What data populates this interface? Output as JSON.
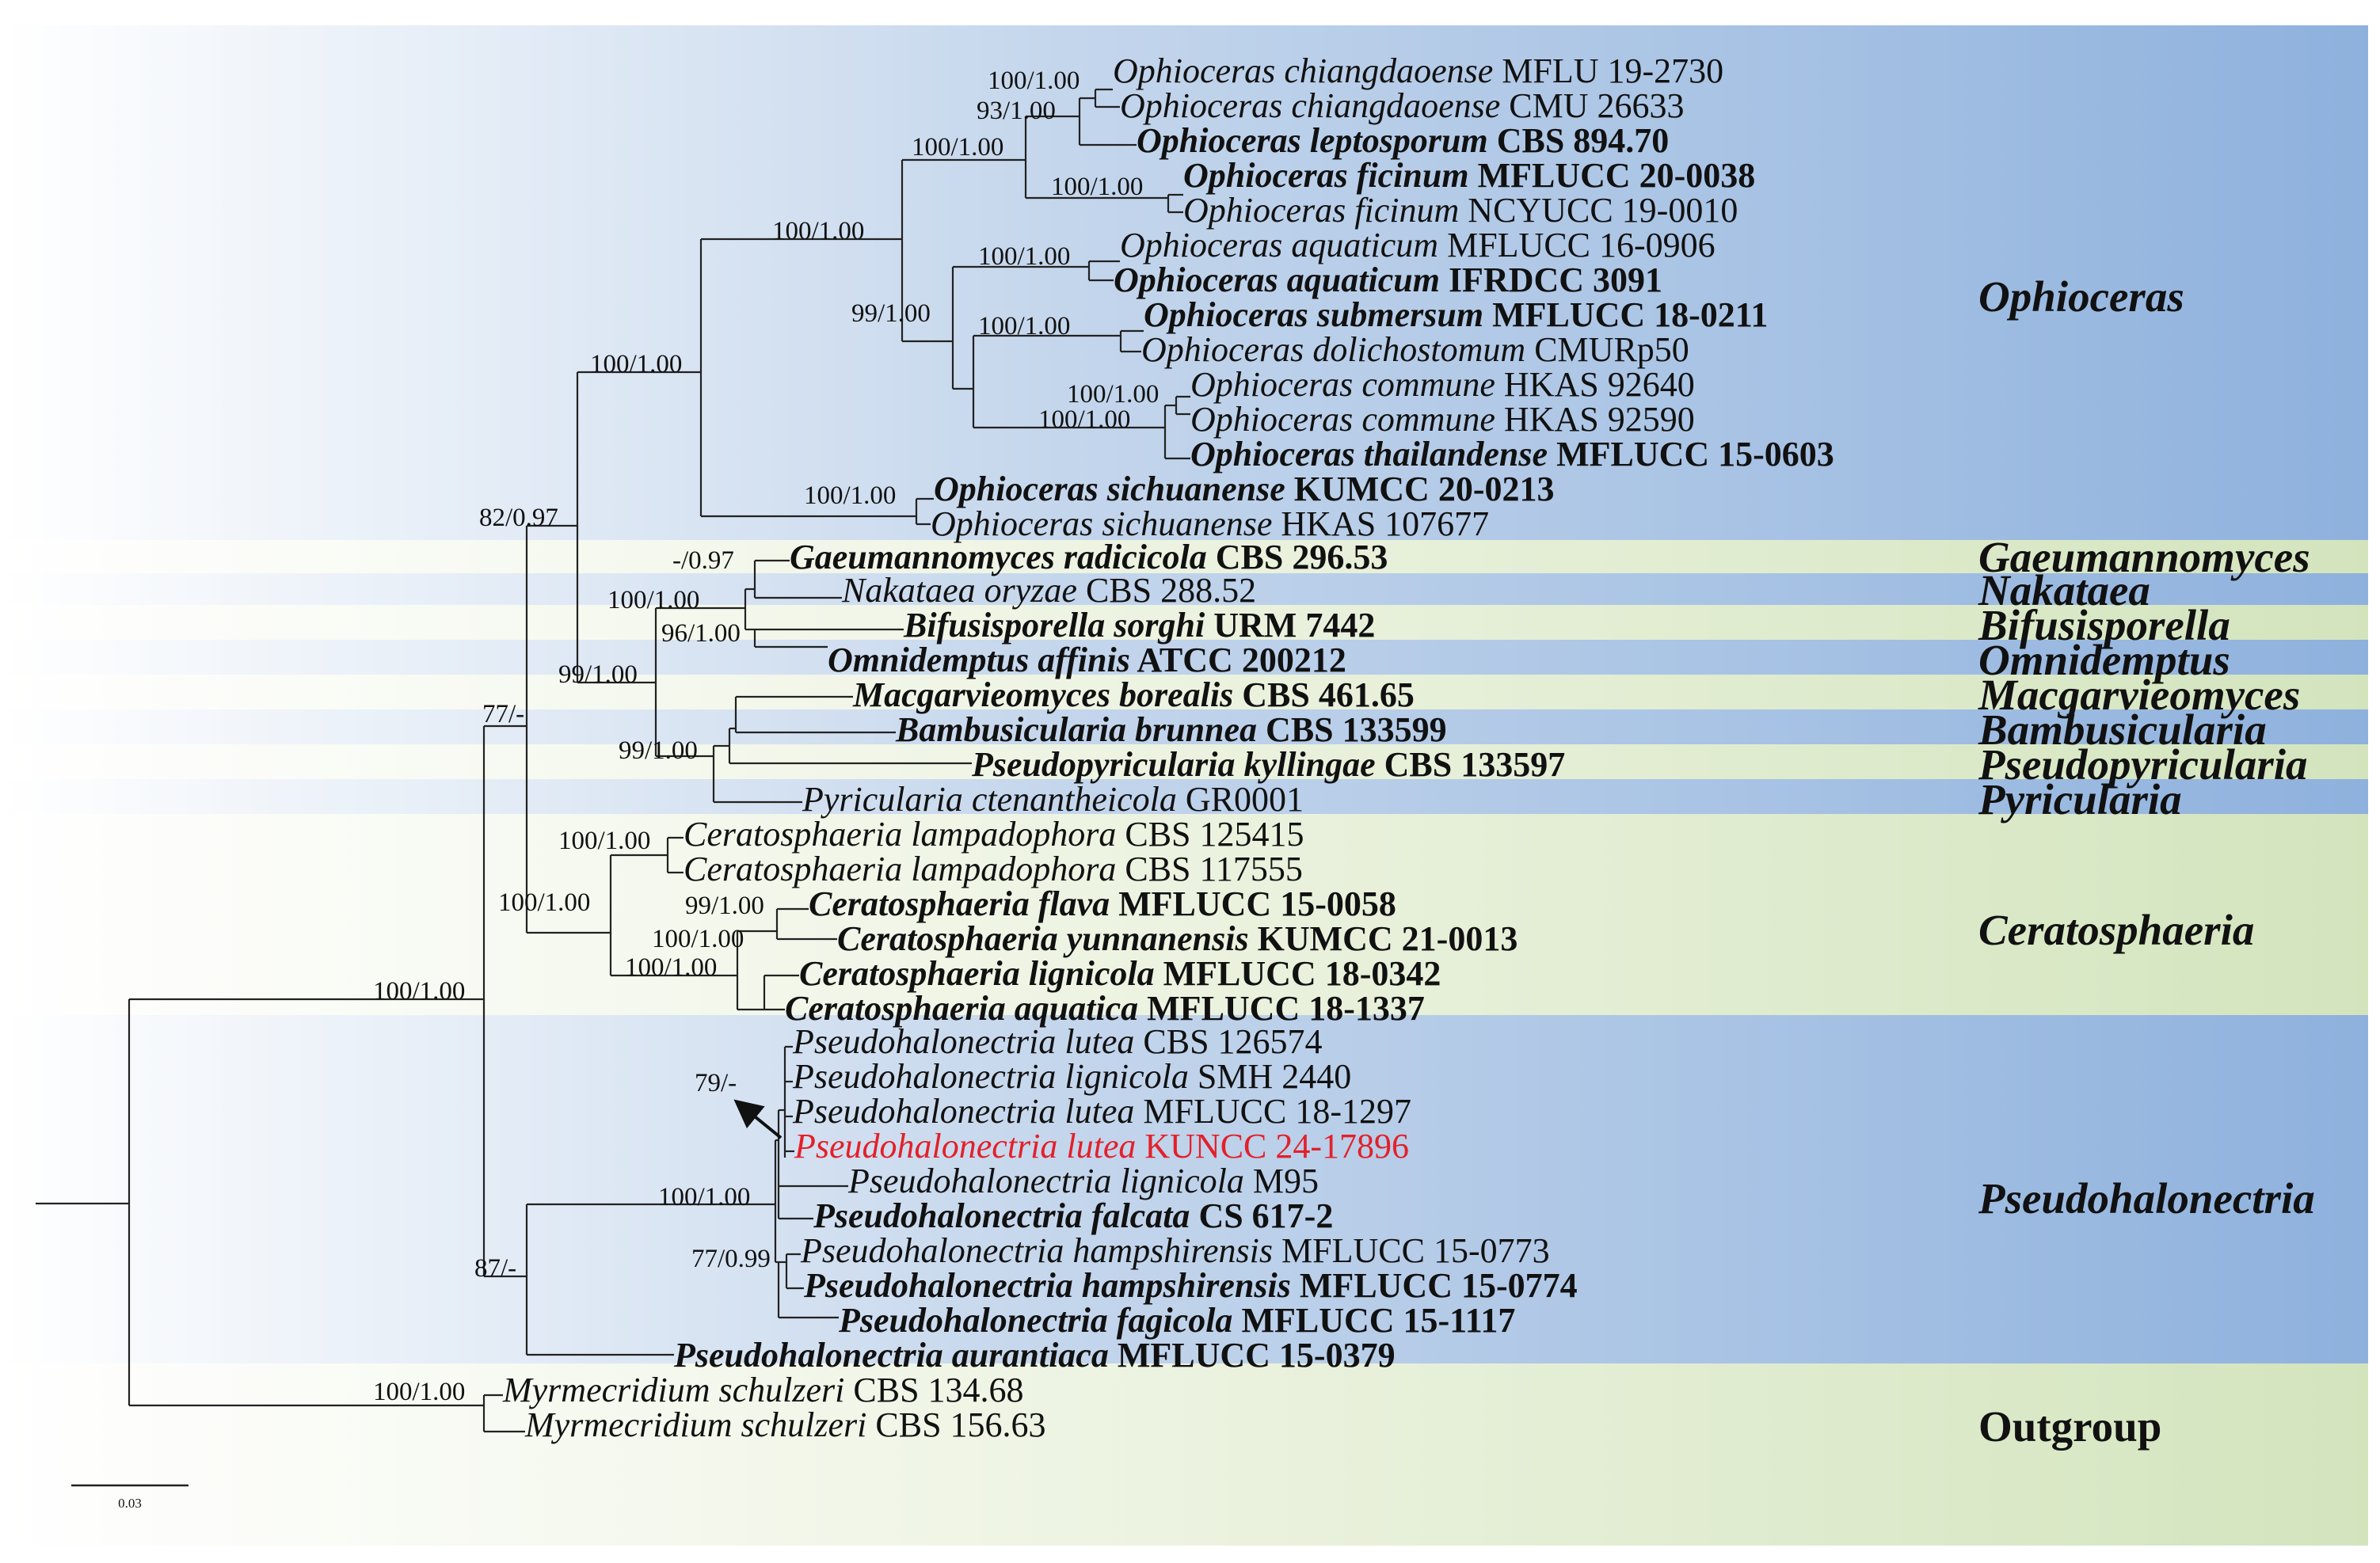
{
  "colors": {
    "blue_band": "#8eb1dd",
    "green_band": "#d3e4bd",
    "novel_taxon": "#e3202a",
    "branch": "#222222"
  },
  "taxa": [
    {
      "id": "t1",
      "genus": "Ophioceras",
      "epithet": "chiangdaoense",
      "strain": "MFLU 19-2730",
      "bold": false,
      "novel": false
    },
    {
      "id": "t2",
      "genus": "Ophioceras",
      "epithet": "chiangdaoense",
      "strain": "CMU 26633",
      "bold": false,
      "novel": false
    },
    {
      "id": "t3",
      "genus": "Ophioceras",
      "epithet": "leptosporum",
      "strain": "CBS 894.70",
      "bold": true,
      "novel": false
    },
    {
      "id": "t4",
      "genus": "Ophioceras",
      "epithet": "ficinum",
      "strain": "MFLUCC 20-0038",
      "bold": true,
      "novel": false
    },
    {
      "id": "t5",
      "genus": "Ophioceras",
      "epithet": "ficinum",
      "strain": "NCYUCC 19-0010",
      "bold": false,
      "novel": false
    },
    {
      "id": "t6",
      "genus": "Ophioceras",
      "epithet": "aquaticum",
      "strain": "MFLUCC 16-0906",
      "bold": false,
      "novel": false
    },
    {
      "id": "t7",
      "genus": "Ophioceras",
      "epithet": "aquaticum",
      "strain": "IFRDCC 3091",
      "bold": true,
      "novel": false
    },
    {
      "id": "t8",
      "genus": "Ophioceras",
      "epithet": "submersum",
      "strain": "MFLUCC 18-0211",
      "bold": true,
      "novel": false
    },
    {
      "id": "t9",
      "genus": "Ophioceras",
      "epithet": "dolichostomum",
      "strain": "CMURp50",
      "bold": false,
      "novel": false
    },
    {
      "id": "t10",
      "genus": "Ophioceras",
      "epithet": "commune",
      "strain": "HKAS 92640",
      "bold": false,
      "novel": false
    },
    {
      "id": "t11",
      "genus": "Ophioceras",
      "epithet": "commune",
      "strain": "HKAS 92590",
      "bold": false,
      "novel": false
    },
    {
      "id": "t12",
      "genus": "Ophioceras",
      "epithet": "thailandense",
      "strain": "MFLUCC 15-0603",
      "bold": true,
      "novel": false
    },
    {
      "id": "t13",
      "genus": "Ophioceras",
      "epithet": "sichuanense",
      "strain": "KUMCC 20-0213",
      "bold": true,
      "novel": false
    },
    {
      "id": "t14",
      "genus": "Ophioceras",
      "epithet": "sichuanense",
      "strain": "HKAS 107677",
      "bold": false,
      "novel": false
    },
    {
      "id": "t15",
      "genus": "Gaeumannomyces",
      "epithet": "radicicola",
      "strain": "CBS 296.53",
      "bold": true,
      "novel": false
    },
    {
      "id": "t16",
      "genus": "Nakataea",
      "epithet": "oryzae",
      "strain": "CBS 288.52",
      "bold": false,
      "novel": false
    },
    {
      "id": "t17",
      "genus": "Bifusisporella",
      "epithet": "sorghi",
      "strain": "URM 7442",
      "bold": true,
      "novel": false
    },
    {
      "id": "t18",
      "genus": "Omnidemptus",
      "epithet": "affinis",
      "strain": "ATCC 200212",
      "bold": true,
      "novel": false
    },
    {
      "id": "t19",
      "genus": "Macgarvieomyces",
      "epithet": "borealis",
      "strain": "CBS 461.65",
      "bold": true,
      "novel": false
    },
    {
      "id": "t20",
      "genus": "Bambusicularia",
      "epithet": "brunnea",
      "strain": "CBS 133599",
      "bold": true,
      "novel": false
    },
    {
      "id": "t21",
      "genus": "Pseudopyricularia",
      "epithet": "kyllingae",
      "strain": "CBS 133597",
      "bold": true,
      "novel": false
    },
    {
      "id": "t22",
      "genus": "Pyricularia",
      "epithet": "ctenantheicola",
      "strain": "GR0001",
      "bold": false,
      "novel": false
    },
    {
      "id": "t23",
      "genus": "Ceratosphaeria",
      "epithet": "lampadophora",
      "strain": "CBS 125415",
      "bold": false,
      "novel": false
    },
    {
      "id": "t24",
      "genus": "Ceratosphaeria",
      "epithet": "lampadophora",
      "strain": "CBS 117555",
      "bold": false,
      "novel": false
    },
    {
      "id": "t25",
      "genus": "Ceratosphaeria",
      "epithet": "flava",
      "strain": "MFLUCC 15-0058",
      "bold": true,
      "novel": false
    },
    {
      "id": "t26",
      "genus": "Ceratosphaeria",
      "epithet": "yunnanensis",
      "strain": "KUMCC 21-0013",
      "bold": true,
      "novel": false
    },
    {
      "id": "t27",
      "genus": "Ceratosphaeria",
      "epithet": "lignicola",
      "strain": "MFLUCC 18-0342",
      "bold": true,
      "novel": false
    },
    {
      "id": "t28",
      "genus": "Ceratosphaeria",
      "epithet": "aquatica",
      "strain": "MFLUCC 18-1337",
      "bold": true,
      "novel": false
    },
    {
      "id": "t29",
      "genus": "Pseudohalonectria",
      "epithet": "lutea",
      "strain": "CBS 126574",
      "bold": false,
      "novel": false
    },
    {
      "id": "t30",
      "genus": "Pseudohalonectria",
      "epithet": "lignicola",
      "strain": "SMH 2440",
      "bold": false,
      "novel": false
    },
    {
      "id": "t31",
      "genus": "Pseudohalonectria",
      "epithet": "lutea",
      "strain": "MFLUCC 18-1297",
      "bold": false,
      "novel": false
    },
    {
      "id": "t32",
      "genus": "Pseudohalonectria",
      "epithet": "lutea",
      "strain": "KUNCC 24-17896",
      "bold": false,
      "novel": true
    },
    {
      "id": "t33",
      "genus": "Pseudohalonectria",
      "epithet": "lignicola",
      "strain": "M95",
      "bold": false,
      "novel": false
    },
    {
      "id": "t34",
      "genus": "Pseudohalonectria",
      "epithet": "falcata",
      "strain": "CS 617-2",
      "bold": true,
      "novel": false
    },
    {
      "id": "t35",
      "genus": "Pseudohalonectria",
      "epithet": "hampshirensis",
      "strain": "MFLUCC 15-0773",
      "bold": false,
      "novel": false
    },
    {
      "id": "t36",
      "genus": "Pseudohalonectria",
      "epithet": "hampshirensis",
      "strain": "MFLUCC 15-0774",
      "bold": true,
      "novel": false
    },
    {
      "id": "t37",
      "genus": "Pseudohalonectria",
      "epithet": "fagicola",
      "strain": "MFLUCC 15-1117",
      "bold": true,
      "novel": false
    },
    {
      "id": "t38",
      "genus": "Pseudohalonectria",
      "epithet": "aurantiaca",
      "strain": "MFLUCC 15-0379",
      "bold": true,
      "novel": false
    },
    {
      "id": "t39",
      "genus": "Myrmecridium",
      "epithet": "schulzeri",
      "strain": "CBS 134.68",
      "bold": false,
      "novel": false
    },
    {
      "id": "t40",
      "genus": "Myrmecridium",
      "epithet": "schulzeri",
      "strain": "CBS 156.63",
      "bold": false,
      "novel": false
    }
  ],
  "supports": [
    {
      "id": "s1",
      "text": "100/1.00"
    },
    {
      "id": "s2",
      "text": "93/1.00"
    },
    {
      "id": "s3",
      "text": "100/1.00"
    },
    {
      "id": "s4",
      "text": "100/1.00"
    },
    {
      "id": "s5",
      "text": "100/1.00"
    },
    {
      "id": "s6",
      "text": "100/1.00"
    },
    {
      "id": "s7",
      "text": "99/1.00"
    },
    {
      "id": "s8",
      "text": "100/1.00"
    },
    {
      "id": "s9",
      "text": "100/1.00"
    },
    {
      "id": "s10",
      "text": "100/1.00"
    },
    {
      "id": "s11",
      "text": "100/1.00"
    },
    {
      "id": "s12",
      "text": "100/1.00"
    },
    {
      "id": "s13",
      "text": "82/0.97"
    },
    {
      "id": "s14",
      "text": "-/0.97"
    },
    {
      "id": "s15",
      "text": "100/1.00"
    },
    {
      "id": "s16",
      "text": "96/1.00"
    },
    {
      "id": "s17",
      "text": "99/1.00"
    },
    {
      "id": "s18",
      "text": "77/-"
    },
    {
      "id": "s19",
      "text": "99/1.00"
    },
    {
      "id": "s20",
      "text": "100/1.00"
    },
    {
      "id": "s21",
      "text": "100/1.00"
    },
    {
      "id": "s22",
      "text": "99/1.00"
    },
    {
      "id": "s23",
      "text": "100/1.00"
    },
    {
      "id": "s24",
      "text": "100/1.00"
    },
    {
      "id": "s25",
      "text": "100/1.00"
    },
    {
      "id": "s26",
      "text": "79/-"
    },
    {
      "id": "s27",
      "text": "100/1.00"
    },
    {
      "id": "s28",
      "text": "77/0.99"
    },
    {
      "id": "s29",
      "text": "87/-"
    },
    {
      "id": "s30",
      "text": "100/1.00"
    }
  ],
  "clades": [
    {
      "id": "c1",
      "label": "Ophioceras",
      "italic": true
    },
    {
      "id": "c2",
      "label": "Gaeumannomyces",
      "italic": true
    },
    {
      "id": "c3",
      "label": "Nakataea",
      "italic": true
    },
    {
      "id": "c4",
      "label": "Bifusisporella",
      "italic": true
    },
    {
      "id": "c5",
      "label": "Omnidemptus",
      "italic": true
    },
    {
      "id": "c6",
      "label": "Macgarvieomyces",
      "italic": true
    },
    {
      "id": "c7",
      "label": "Bambusicularia",
      "italic": true
    },
    {
      "id": "c8",
      "label": "Pseudopyricularia",
      "italic": true
    },
    {
      "id": "c9",
      "label": "Pyricularia",
      "italic": true
    },
    {
      "id": "c10",
      "label": "Ceratosphaeria",
      "italic": true
    },
    {
      "id": "c11",
      "label": "Pseudohalonectria",
      "italic": true
    },
    {
      "id": "c12",
      "label": "Outgroup",
      "italic": false
    }
  ],
  "scale_bar": {
    "label": "0.03"
  }
}
